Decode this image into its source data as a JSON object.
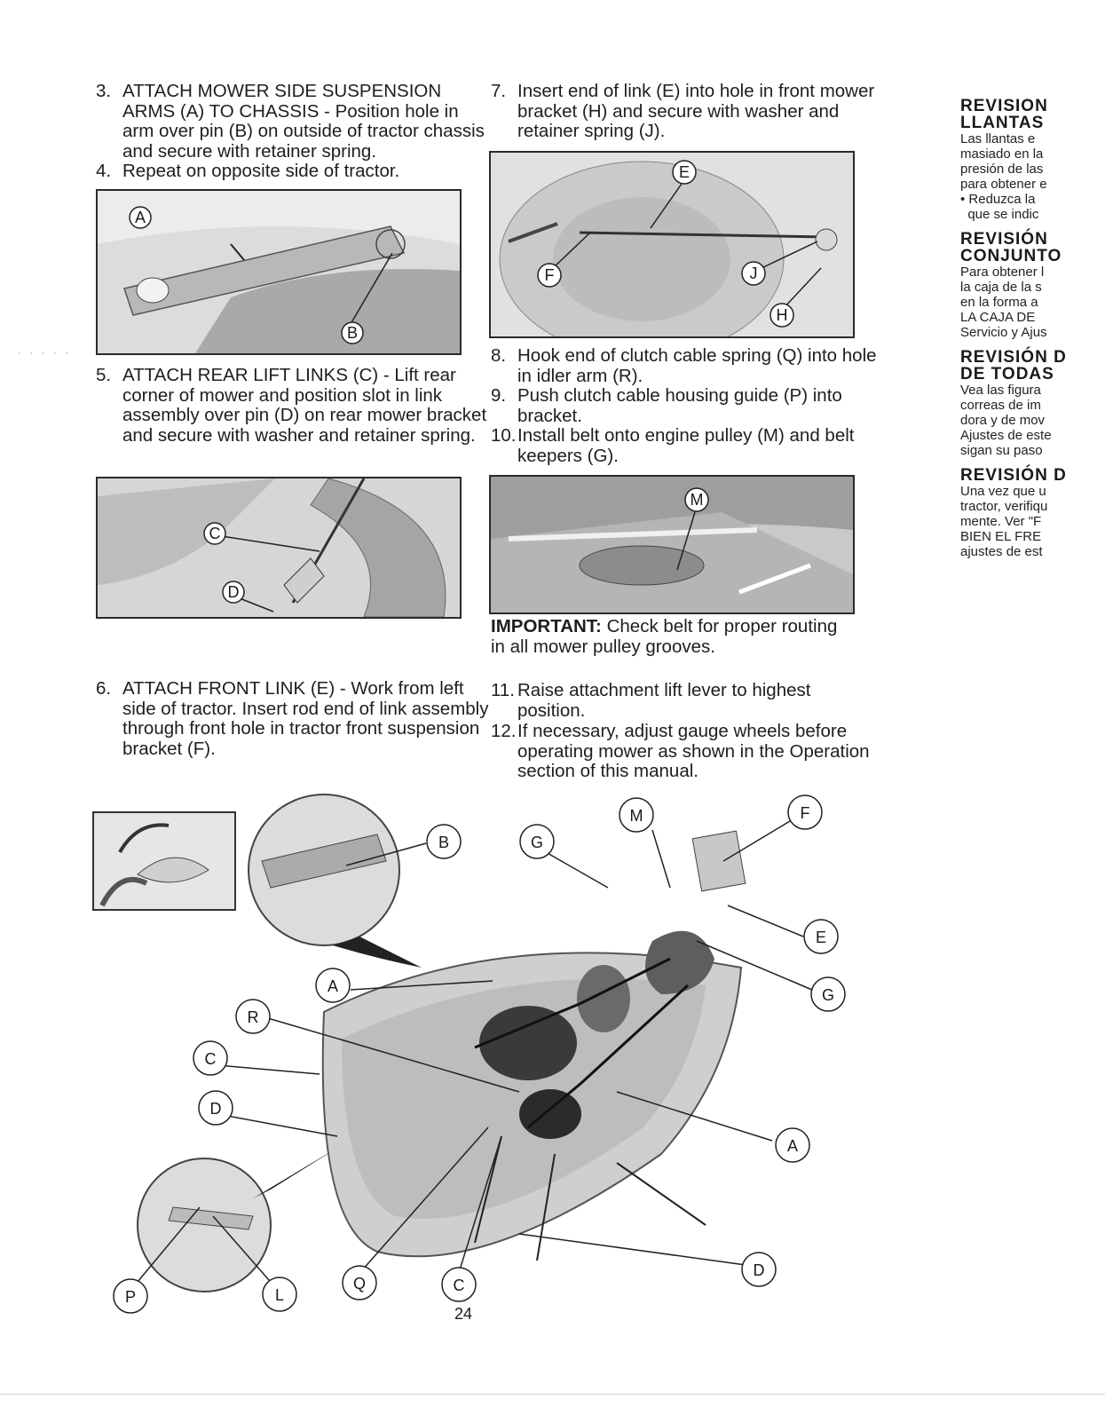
{
  "left_column": {
    "steps": [
      {
        "num": "3.",
        "text": "ATTACH MOWER SIDE SUSPENSION ARMS (A) TO CHASSIS - Position hole in arm over pin (B) on outside of tractor chassis and secure with retainer spring."
      },
      {
        "num": "4.",
        "text": "Repeat on opposite side of tractor."
      },
      {
        "num": "5.",
        "text": "ATTACH REAR LIFT LINKS (C) - Lift rear corner of mower and position slot in link assembly over pin (D) on rear mower bracket and secure with washer and retainer spring."
      },
      {
        "num": "6.",
        "text": "ATTACH FRONT LINK (E) - Work from left side of tractor. Insert rod end of link assembly through front hole in tractor front suspension bracket (F)."
      }
    ],
    "figures": [
      {
        "labels": [
          "A",
          "B"
        ]
      },
      {
        "labels": [
          "C",
          "D"
        ]
      }
    ]
  },
  "middle_column": {
    "steps": [
      {
        "num": "7.",
        "text": "Insert end of link (E) into hole in front mower bracket (H) and secure with washer and retainer spring (J)."
      },
      {
        "num": "8.",
        "text": "Hook end of clutch cable spring (Q) into hole in idler arm (R)."
      },
      {
        "num": "9.",
        "text": "Push clutch cable housing guide (P) into bracket."
      },
      {
        "num": "10.",
        "text": "Install belt onto engine pulley (M) and belt keepers (G)."
      },
      {
        "num": "11.",
        "text": "Raise attachment lift lever to highest position."
      },
      {
        "num": "12.",
        "text": "If necessary, adjust gauge wheels before operating mower as shown in the Operation section of this manual."
      }
    ],
    "important": {
      "label": "IMPORTANT:",
      "text": " Check belt for proper routing in all mower pulley grooves."
    },
    "figures": [
      {
        "labels": [
          "E",
          "F",
          "J",
          "H"
        ]
      },
      {
        "labels": [
          "M"
        ]
      }
    ]
  },
  "main_illustration": {
    "labels": [
      "B",
      "G",
      "M",
      "F",
      "E",
      "G",
      "A",
      "R",
      "C",
      "D",
      "A",
      "P",
      "L",
      "Q",
      "C",
      "D"
    ]
  },
  "right_column": [
    {
      "heading": [
        "REVISIÓN",
        "LLANTAS"
      ],
      "lines": [
        "Las llantas e",
        "masiado en la",
        "presión de las",
        "para obtener e",
        "• Reduzca la",
        "  que se indic"
      ]
    },
    {
      "heading": [
        "REVISIÓN",
        "CONJUNTO"
      ],
      "lines": [
        "Para obtener l",
        "la caja de la s",
        "en la forma a",
        "LA CAJA DE",
        "Servicio y Ajus"
      ]
    },
    {
      "heading": [
        "REVISIÓN D",
        "DE TODAS"
      ],
      "lines": [
        "Vea las figura",
        "correas de im",
        "dora y de mov",
        "Ajustes de este",
        "sigan su paso"
      ]
    },
    {
      "heading": [
        "REVISIÓN D"
      ],
      "lines": [
        "Una vez que u",
        "tractor, verifiqu",
        "mente. Ver \"F",
        "BIEN EL FRE",
        "ajustes de est"
      ]
    }
  ],
  "page_number": "24"
}
